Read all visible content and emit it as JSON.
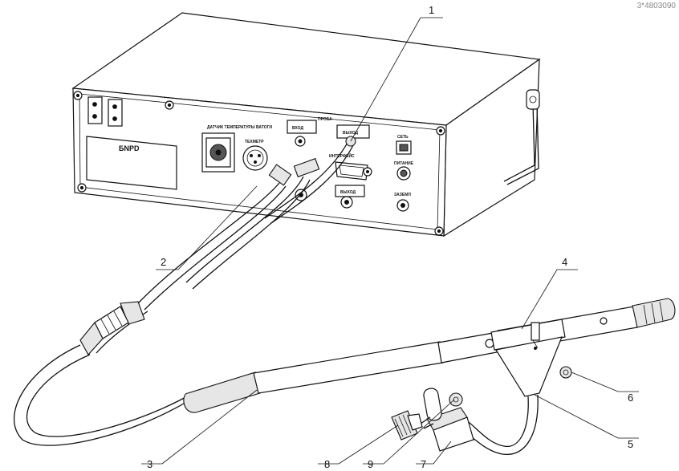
{
  "corner_text": "3*4803090",
  "logo_text": "БNPD",
  "panel_labels": {
    "sensor_block": "ДАТЧИК ТЕМПЕРАТУРЫ ВАТОГИ",
    "techmeter": "ТЕХМЕТР",
    "entry": "ВХОД",
    "probe": "ПРОБА",
    "exit_top": "ВЫХОД",
    "interface": "ИНТЕРФЕЙС",
    "exit_bottom": "ВЫХОД",
    "network": "СЕТЬ",
    "power": "ПИТАНИЕ",
    "ground": "ЗАЗЕМЛ"
  },
  "callouts": [
    "1",
    "2",
    "3",
    "4",
    "5",
    "6",
    "7",
    "8",
    "9"
  ]
}
